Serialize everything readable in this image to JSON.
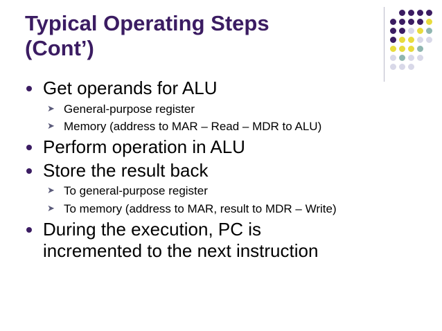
{
  "slide": {
    "title_lines": [
      "Typical Operating Steps",
      "(Cont’)"
    ],
    "title_color": "#3B1C62",
    "background_color": "#FFFFFF",
    "content": [
      {
        "level": 1,
        "text": "Get operands for ALU"
      },
      {
        "level": 2,
        "text": "General-purpose register"
      },
      {
        "level": 2,
        "text": "Memory (address to MAR – Read – MDR to ALU)"
      },
      {
        "level": 1,
        "text": "Perform operation in ALU"
      },
      {
        "level": 1,
        "text": "Store the result back"
      },
      {
        "level": 2,
        "text": "To general-purpose register"
      },
      {
        "level": 2,
        "text": "To memory (address to MAR, result to MDR – Write)"
      },
      {
        "level": 1,
        "text": "During the execution, PC is"
      },
      {
        "level": 1,
        "text": "incremented to the next instruction"
      }
    ],
    "decoration": {
      "name": "dot-grid-decoration",
      "colors": {
        "purple": "#3B1C62",
        "yellow": "#E8DC3C",
        "teal": "#8FB6B0",
        "light": "#D8D8E8",
        "white": "#FFFFFF"
      }
    }
  }
}
